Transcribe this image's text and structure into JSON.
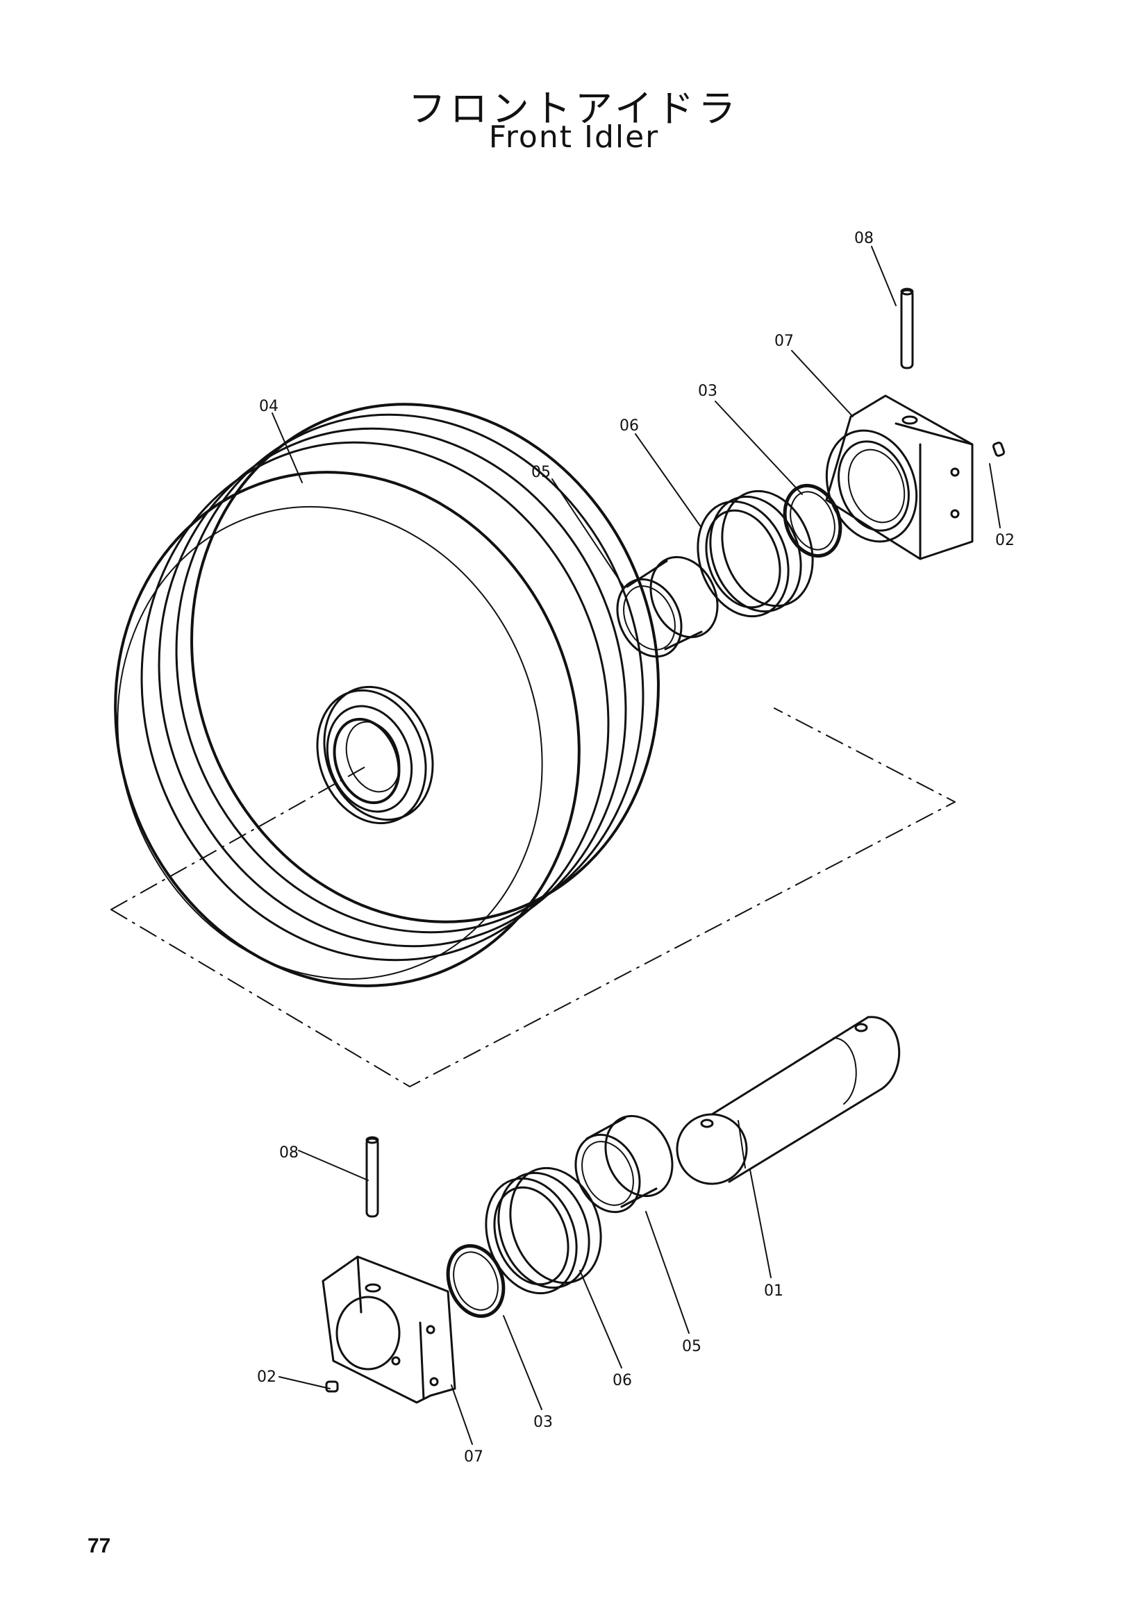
{
  "title": {
    "japanese": "フロントアイドラ",
    "english": "Front Idler"
  },
  "page_number": "77",
  "callouts": [
    {
      "id": "c08a",
      "text": "08"
    },
    {
      "id": "c07a",
      "text": "07"
    },
    {
      "id": "c03a",
      "text": "03"
    },
    {
      "id": "c06a",
      "text": "06"
    },
    {
      "id": "c05a",
      "text": "05"
    },
    {
      "id": "c04",
      "text": "04"
    },
    {
      "id": "c02a",
      "text": "02"
    },
    {
      "id": "c08b",
      "text": "08"
    },
    {
      "id": "c02b",
      "text": "02"
    },
    {
      "id": "c07b",
      "text": "07"
    },
    {
      "id": "c03b",
      "text": "03"
    },
    {
      "id": "c06b",
      "text": "06"
    },
    {
      "id": "c05b",
      "text": "05"
    },
    {
      "id": "c01",
      "text": "01"
    }
  ]
}
